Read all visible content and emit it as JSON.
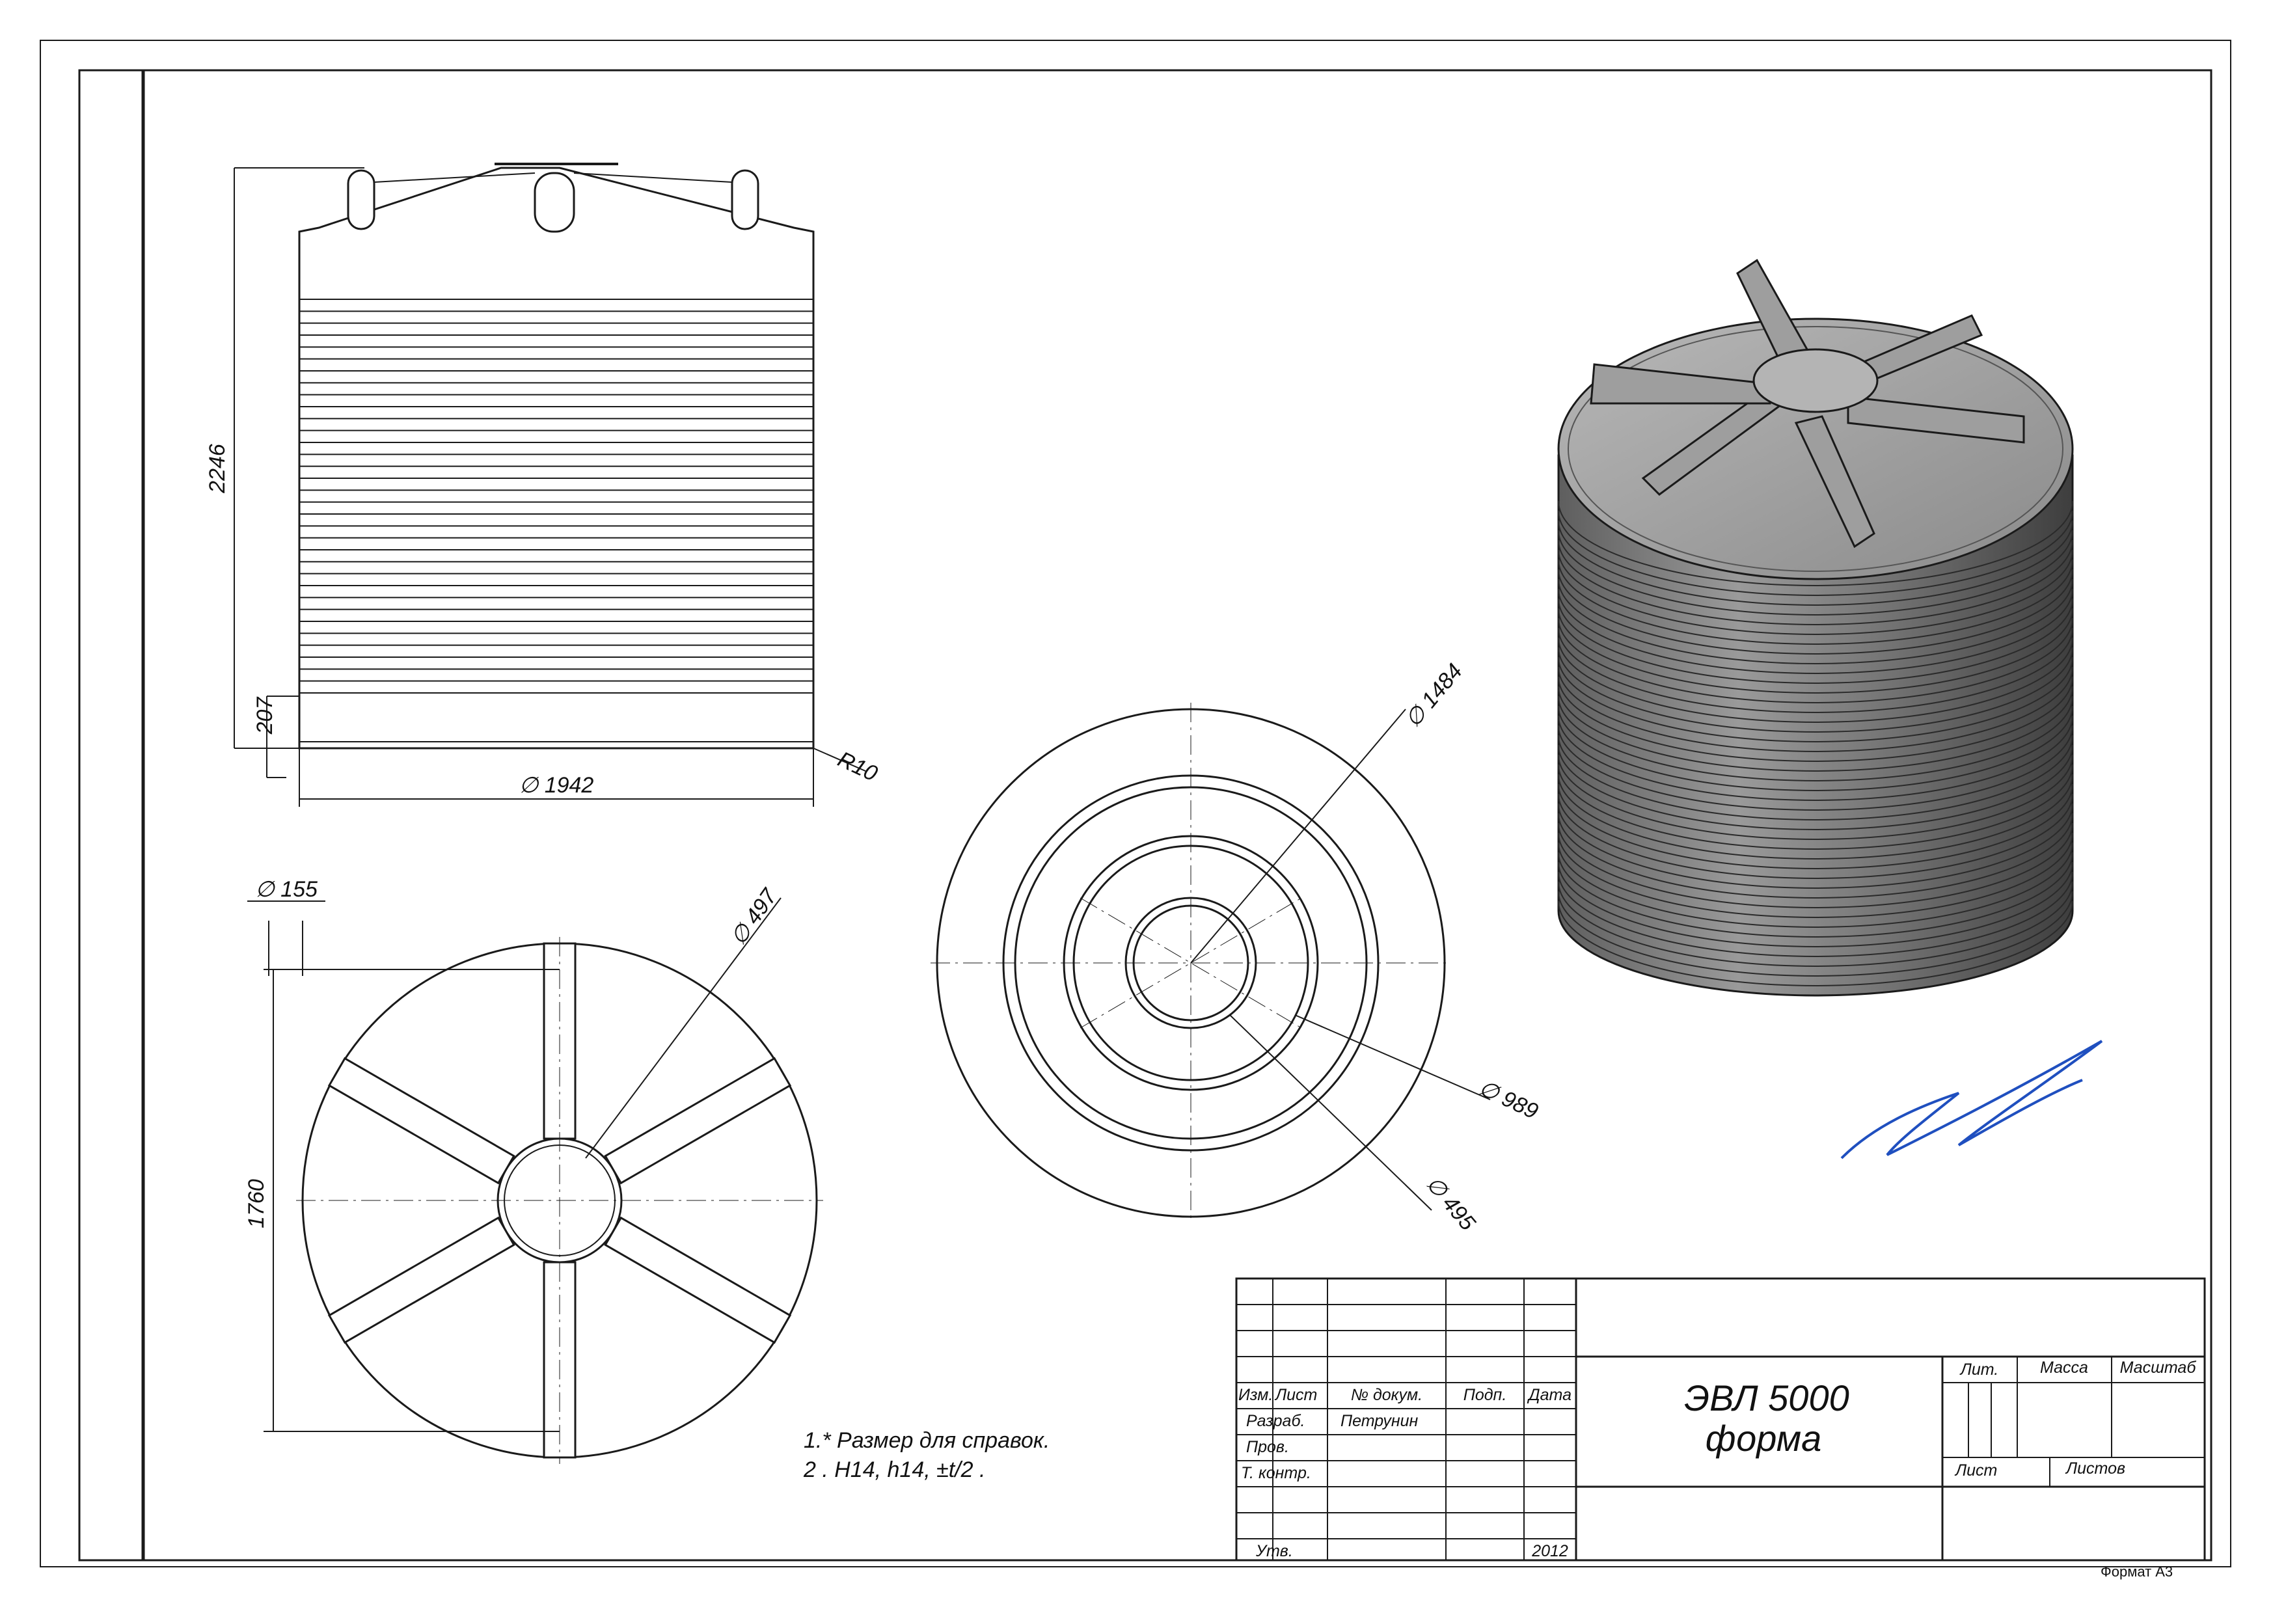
{
  "dimensions": {
    "height_total": "2246",
    "height_base": "207",
    "diameter_body": "∅ 1942",
    "radius": "R10",
    "diameter_handle": "∅ 155",
    "diameter_hub": "∅ 497",
    "height_top": "1760",
    "diameter_outer": "∅ 1484",
    "diameter_mid": "∅ 989",
    "diameter_inner": "∅ 495"
  },
  "notes": {
    "line1": "1.* Размер для справок.",
    "line2": "2 . H14, h14, ±t/2 ."
  },
  "title_block": {
    "headers": {
      "izm": "Изм.",
      "list": "Лист",
      "doc_no": "№ докум.",
      "sign": "Подп.",
      "date": "Дата"
    },
    "rows": {
      "developed": "Разраб.",
      "developer_name": "Петрунин",
      "checked": "Пров.",
      "tech_control": "Т. контр.",
      "approved": "Утв.",
      "year": "2012"
    },
    "title_line1": "ЭВЛ 5000",
    "title_line2": "форма",
    "lit": "Лит.",
    "mass": "Масса",
    "scale": "Масштаб",
    "sheet": "Лист",
    "sheets": "Листов"
  },
  "format_label": "Формат А3",
  "colors": {
    "line": "#1a1a1a",
    "signature": "#1f4fbf",
    "tank_shade": "#8c8c8c"
  },
  "counts": {
    "hoop_ribs": 34
  }
}
